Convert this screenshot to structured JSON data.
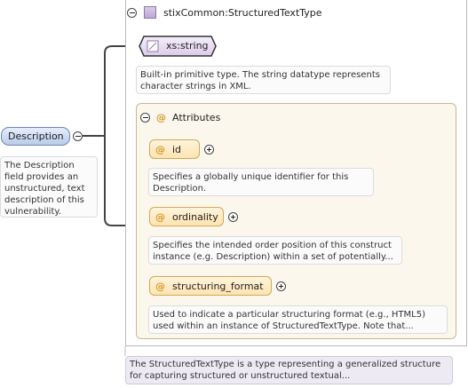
{
  "type_box": {
    "title": "stixCommon:StructuredTextType"
  },
  "base_type": {
    "label": "xs:string",
    "note": "Built-in primitive type. The string datatype represents character strings in XML."
  },
  "attributes": {
    "title": "Attributes",
    "at_symbol": "@",
    "items": [
      {
        "name": "id",
        "note": "Specifies a globally unique identifier for this Description."
      },
      {
        "name": "ordinality",
        "note": "Specifies the intended order position of this construct instance (e.g. Description) within a set of potentially..."
      },
      {
        "name": "structuring_format",
        "note": "Used to indicate a particular structuring format (e.g., HTML5) used within an instance of StructuredTextType. Note that..."
      }
    ]
  },
  "element": {
    "label": "Description",
    "note": "The Description field provides an unstructured, text description of this vulnerability."
  },
  "type_note": "The StructuredTextType is a type representing a generalized structure for capturing structured or unstructured textual..."
}
